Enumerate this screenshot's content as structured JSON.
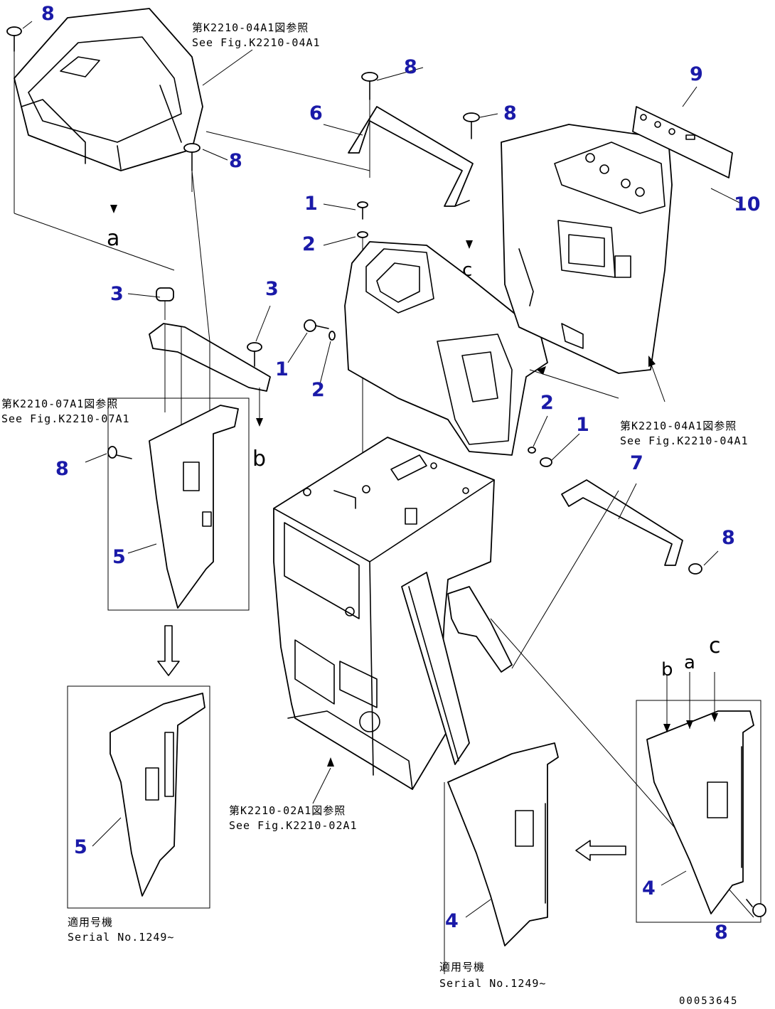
{
  "callouts": [
    "1",
    "2",
    "3",
    "4",
    "5",
    "6",
    "7",
    "8",
    "9",
    "10"
  ],
  "refs": {
    "top_jp": "第K2210-04A1図参照",
    "top_en": "See Fig.K2210-04A1",
    "left_jp": "第K2210-07A1図参照",
    "left_en": "See Fig.K2210-07A1",
    "right_jp": "第K2210-04A1図参照",
    "right_en": "See Fig.K2210-04A1",
    "bottom_jp": "第K2210-02A1図参照",
    "bottom_en": "See Fig.K2210-02A1"
  },
  "serials": {
    "left_jp": "適用号機",
    "left_en": "Serial No.1249~",
    "center_jp": "適用号機",
    "center_en": "Serial No.1249~"
  },
  "letters": {
    "a": "a",
    "b": "b",
    "c": "c"
  },
  "drawing_code": "00053645"
}
